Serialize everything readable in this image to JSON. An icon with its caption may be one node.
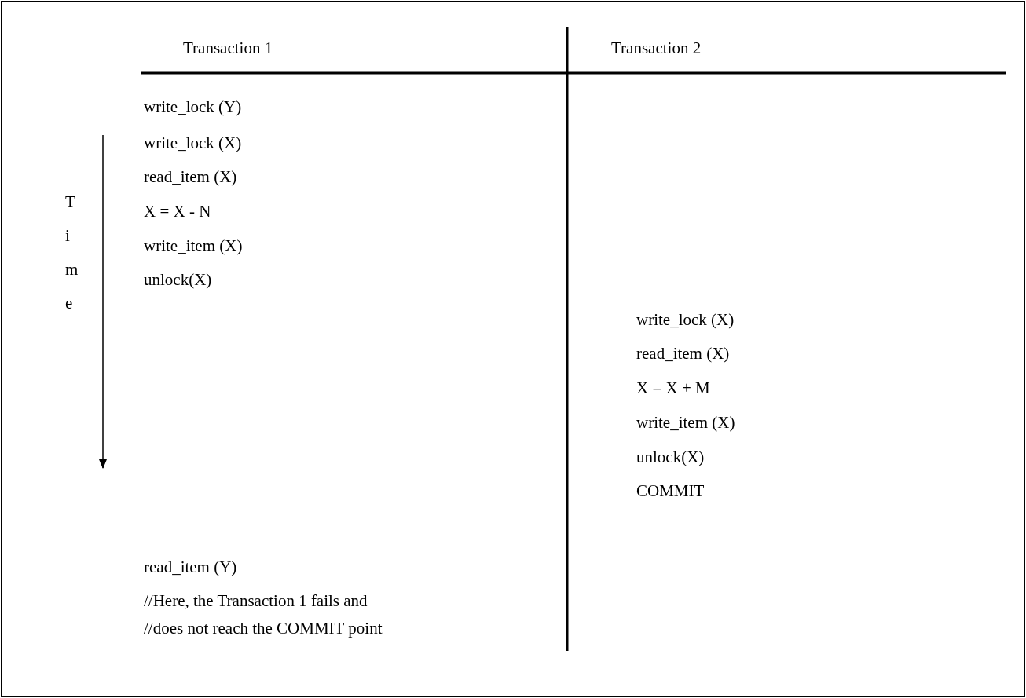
{
  "diagram": {
    "labels": [
      "Transaction 1",
      "Transaction 2",
      "write_lock (Y)",
      "write_lock (X)",
      "read_item (X)",
      "X = X - N",
      "write_item (X)",
      "unlock(X)",
      "Time",
      "write_lock (X)",
      "read_item (X)",
      "X = X + M",
      "write_item (X)",
      "unlock(X)",
      "COMMIT",
      "read_item (Y)",
      "//Here, the Transaction 1 fails and",
      "//does not reach the COMMIT point"
    ]
  }
}
